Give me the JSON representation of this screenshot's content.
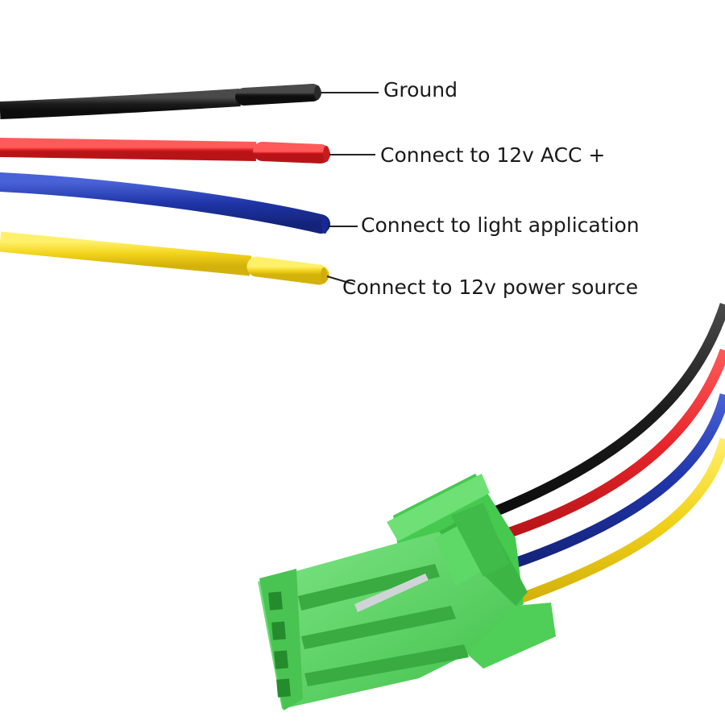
{
  "wires": [
    {
      "label": "Ground",
      "color": "#1e1e1e",
      "color_name": "black"
    },
    {
      "label": "Connect to 12v ACC +",
      "color": "#e8262b",
      "color_name": "red"
    },
    {
      "label": "Connect to light application",
      "color": "#1f35a8",
      "color_name": "blue"
    },
    {
      "label": "Connect to 12v power source",
      "color": "#f2d31b",
      "color_name": "yellow"
    }
  ],
  "connector": {
    "color": "#52d35a",
    "pins": 4
  }
}
